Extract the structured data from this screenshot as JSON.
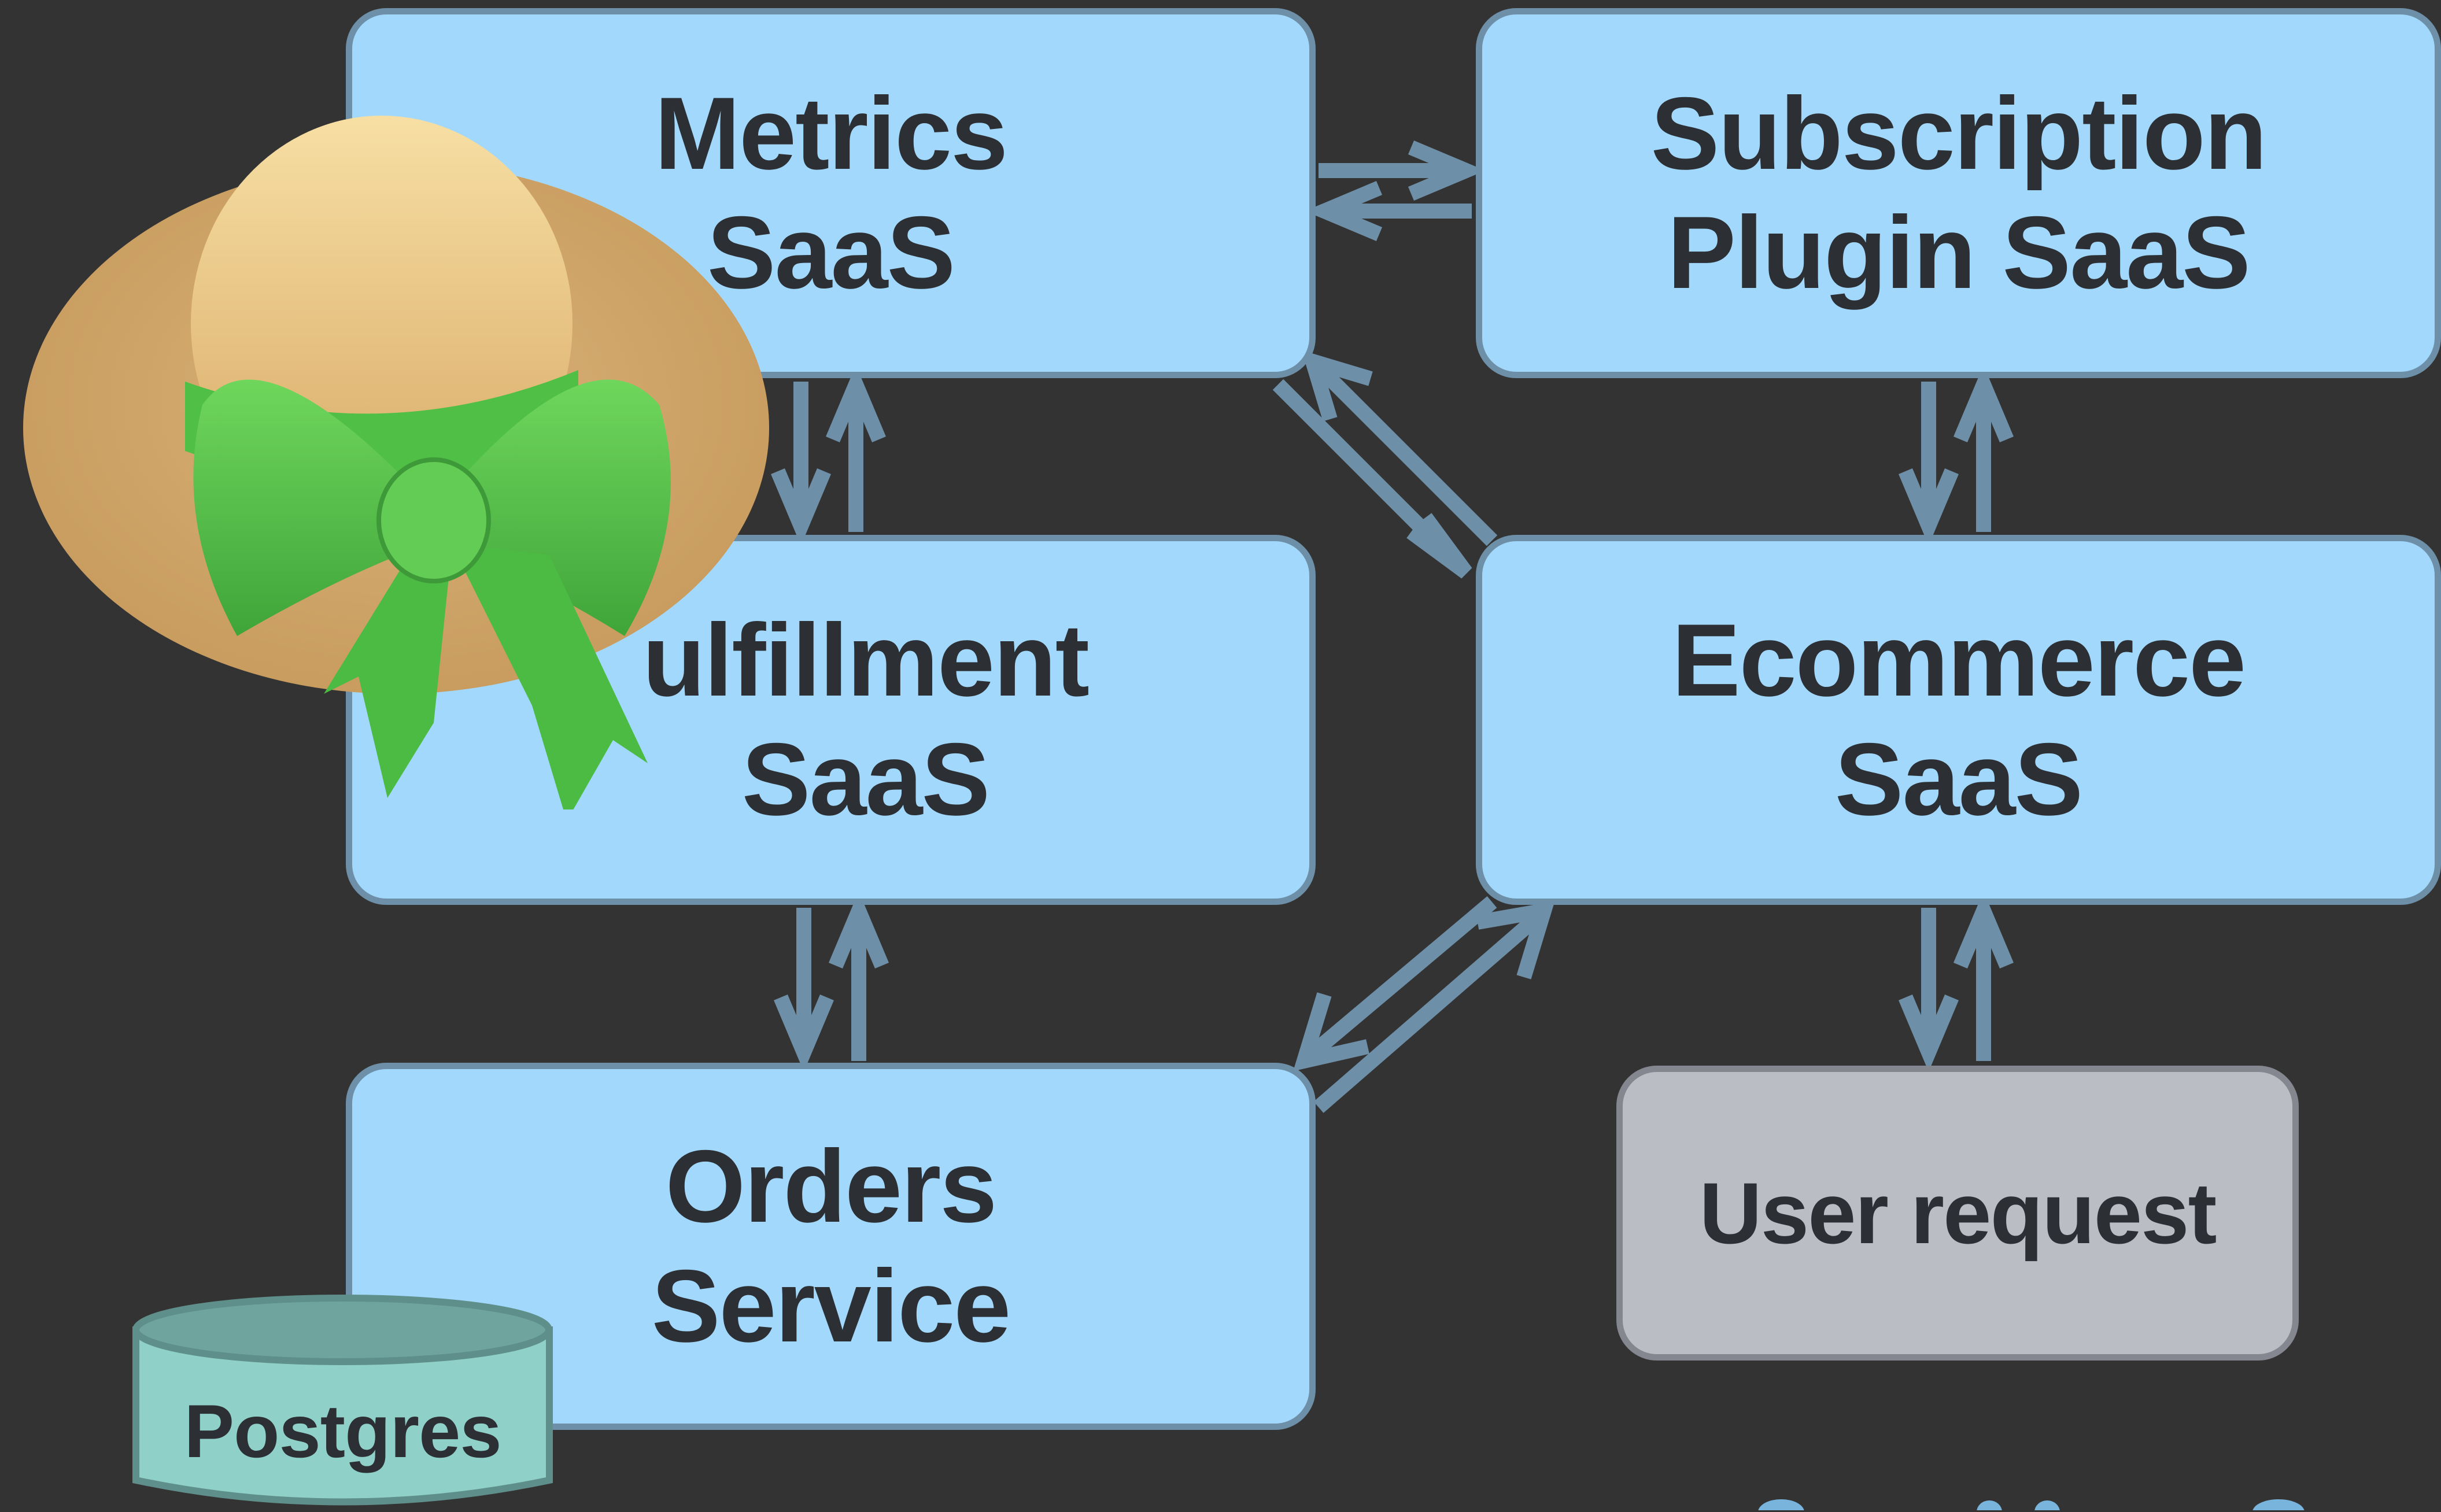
{
  "diagram": {
    "nodes": {
      "metrics": "Metrics\nSaaS",
      "subscription": "Subscription\nPlugin SaaS",
      "fulfillment": "ulfillment\nSaaS",
      "ecommerce": "Ecommerce\nSaaS",
      "orders": "Orders\nService",
      "user_request": "User request",
      "postgres": "Postgres"
    },
    "icons": {
      "hat": "sun-hat-with-green-bow-icon",
      "database": "database-cylinder-icon"
    },
    "colors": {
      "background": "#333333",
      "service_box": "#a2d8fb",
      "service_border": "#6e8fa8",
      "request_box": "#bbbdc5",
      "database": "#8fd0c8",
      "arrow": "#6e8fa8",
      "text": "#2c2f33"
    }
  }
}
